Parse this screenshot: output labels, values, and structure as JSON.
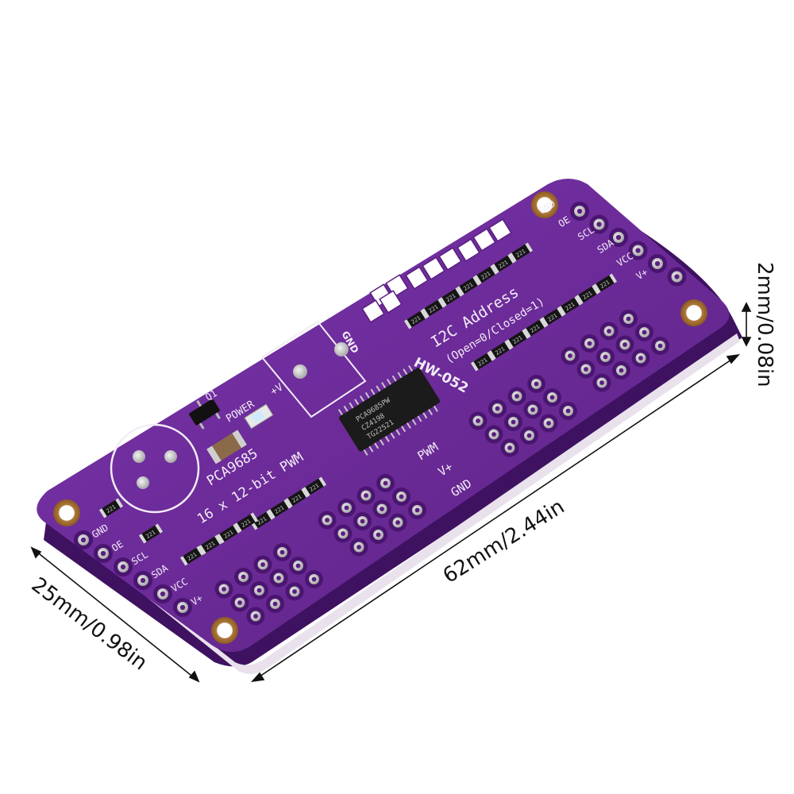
{
  "dimensions": {
    "length": "62mm/2.44in",
    "width": "25mm/0.98in",
    "thickness": "2mm/0.08in"
  },
  "board": {
    "model": "HW-052",
    "chip_name": "PCA9685",
    "resolution": "16 x 12-bit PWM",
    "i2c_title": "I2C Address",
    "i2c_sub": "(Open=0/Closed=1)",
    "power_label": "POWER",
    "power_plus": "+V",
    "q1_label": "Q1",
    "gnd_terminal": "GND",
    "rail_labels": [
      "PWM",
      "V+",
      "GND"
    ],
    "left_header_pins": [
      "GND",
      "OE",
      "SCL",
      "SDA",
      "VCC",
      "V+"
    ],
    "right_header_pins": [
      "GND",
      "OE",
      "SCL",
      "SDA",
      "VCC",
      "V+"
    ],
    "resistor_code": "221",
    "chip_marking": [
      "PCA9685PW",
      "CZ4198",
      "TG22521"
    ]
  },
  "colors": {
    "pcb": "#6a2a96",
    "pcb_edge": "#3e1260",
    "silkscreen": "#f3ecf7",
    "pad": "#d9d9d9"
  }
}
